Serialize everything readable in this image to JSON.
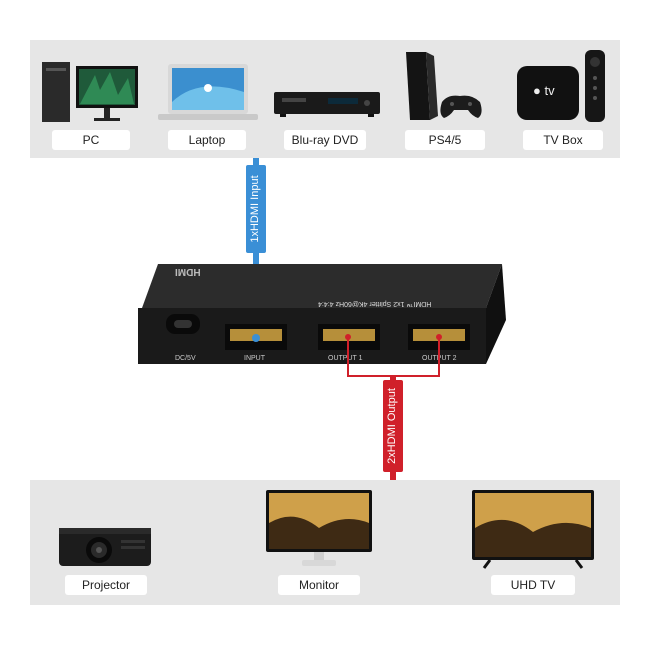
{
  "sources": [
    {
      "label": "PC",
      "icon": "pc-icon"
    },
    {
      "label": "Laptop",
      "icon": "laptop-icon"
    },
    {
      "label": "Blu-ray DVD",
      "icon": "bluray-player-icon"
    },
    {
      "label": "PS4/5",
      "icon": "game-console-icon"
    },
    {
      "label": "TV Box",
      "icon": "tv-box-icon"
    }
  ],
  "tv_box_logo": "tv",
  "input_connector_label": "1xHDMI Input",
  "output_connector_label": "2xHDMI Output",
  "splitter": {
    "logo": "HDMI",
    "model_text": "HDMI™ 1x2 Splitter 4K@60Hz 4:4:4",
    "ports": {
      "dc": "DC/5V",
      "input": "INPUT",
      "output1": "OUTPUT 1",
      "output2": "OUTPUT 2"
    }
  },
  "displays": [
    {
      "label": "Projector",
      "icon": "projector-icon"
    },
    {
      "label": "Monitor",
      "icon": "monitor-icon"
    },
    {
      "label": "UHD TV",
      "icon": "uhd-tv-icon"
    }
  ],
  "colors": {
    "input_line": "#3a8fd6",
    "output_line": "#d0202a",
    "panel": "#e6e6e6",
    "device": "#1e1e1e"
  }
}
